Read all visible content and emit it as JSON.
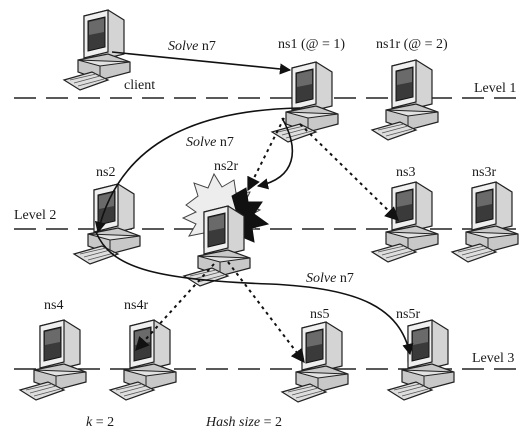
{
  "diagram": {
    "levels": [
      {
        "id": "level1",
        "label": "Level 1"
      },
      {
        "id": "level2",
        "label": "Level 2"
      },
      {
        "id": "level3",
        "label": "Level 3"
      }
    ],
    "nodes": [
      {
        "id": "client",
        "label": "client"
      },
      {
        "id": "ns1",
        "label": "ns1 (@ = 1)"
      },
      {
        "id": "ns1r",
        "label": "ns1r (@ = 2)"
      },
      {
        "id": "ns2",
        "label": "ns2"
      },
      {
        "id": "ns2r",
        "label": "ns2r",
        "state": "failed"
      },
      {
        "id": "ns3",
        "label": "ns3"
      },
      {
        "id": "ns3r",
        "label": "ns3r"
      },
      {
        "id": "ns4",
        "label": "ns4"
      },
      {
        "id": "ns4r",
        "label": "ns4r"
      },
      {
        "id": "ns5",
        "label": "ns5"
      },
      {
        "id": "ns5r",
        "label": "ns5r"
      }
    ],
    "messages": [
      {
        "id": "m1",
        "verb": "Solve",
        "arg": " n7",
        "from": "client",
        "to": "ns1"
      },
      {
        "id": "m2",
        "verb": "Solve",
        "arg": " n7",
        "from": "ns1",
        "to": "ns2"
      },
      {
        "id": "m3",
        "verb": "Solve",
        "arg": " n7",
        "from": "ns2",
        "to": "ns5r"
      }
    ],
    "footer": {
      "k": {
        "name": "k",
        "rest": " = 2"
      },
      "hash": {
        "name": "Hash size",
        "rest": " = 2"
      }
    }
  }
}
